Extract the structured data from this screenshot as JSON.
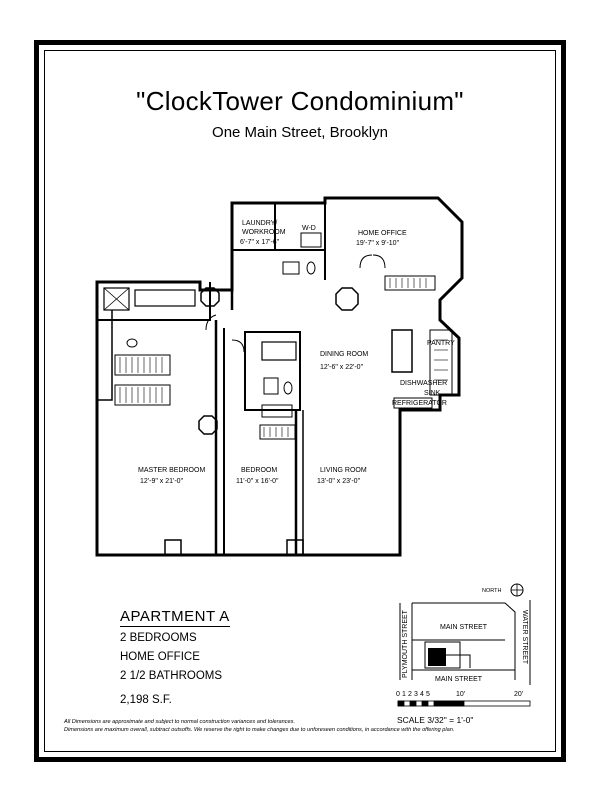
{
  "header": {
    "title": "\"ClockTower Condominium\"",
    "subtitle": "One Main Street, Brooklyn"
  },
  "rooms": {
    "laundry": {
      "name_line1": "LAUNDRY/",
      "name_line2": "WORKROOM",
      "size": "6'-7\" x 17'-6\""
    },
    "wd": "W-D",
    "home_office": {
      "name": "HOME OFFICE",
      "size": "19'-7\" x 9'-10\""
    },
    "dining": {
      "name": "DINING ROOM",
      "size": "12'-6\" x 22'-0\""
    },
    "pantry": "PANTRY",
    "dishwasher": "DISHWASHER",
    "sink": "SINK",
    "refrigerator": "REFRIGERATOR",
    "master": {
      "name": "MASTER BEDROOM",
      "size": "12'-9\" x 21'-0\""
    },
    "bedroom": {
      "name": "BEDROOM",
      "size": "11'-0\" x 16'-0\""
    },
    "living": {
      "name": "LIVING ROOM",
      "size": "13'-0\" x 23'-0\""
    }
  },
  "apartment": {
    "title": "APARTMENT A",
    "lines": [
      "2 BEDROOMS",
      "HOME OFFICE",
      "2 1/2 BATHROOMS",
      "2,198  S.F."
    ]
  },
  "site_map": {
    "north": "NORTH",
    "main_street": "MAIN STREET",
    "plymouth_street": "PLYMOUTH STREET",
    "water_street": "WATER STREET"
  },
  "scale": {
    "ticks": [
      "0",
      "1",
      "2",
      "3",
      "4",
      "5",
      "10'",
      "20'"
    ],
    "text": "SCALE 3/32\"  =  1'-0\""
  },
  "disclaimer": {
    "line1": "All Dimensions are approximate and subject to normal construction variances and tolerances.",
    "line2": "Dimensions are maximum overall, subtract outsoffs. We reserve the right to make changes due to unforeseen conditions, in accordance with the offering plan."
  }
}
